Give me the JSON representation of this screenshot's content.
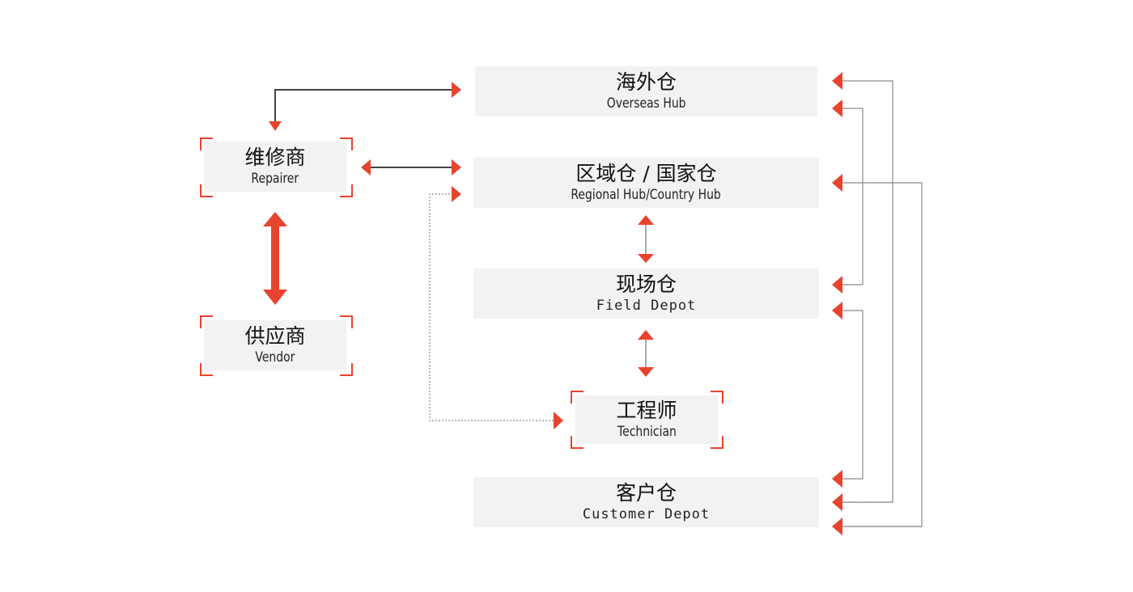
{
  "nodes": {
    "overseas_hub": {
      "cn": "海外仓",
      "en": "Overseas Hub"
    },
    "regional_hub": {
      "cn": "区域仓 / 国家仓",
      "en": "Regional Hub/Country Hub"
    },
    "field_depot": {
      "cn": "现场仓",
      "en": "Field Depot"
    },
    "technician": {
      "cn": "工程师",
      "en": "Technician"
    },
    "customer_depot": {
      "cn": "客户仓",
      "en": "Customer Depot"
    },
    "repairer": {
      "cn": "维修商",
      "en": "Repairer"
    },
    "vendor": {
      "cn": "供应商",
      "en": "Vendor"
    }
  },
  "colors": {
    "accent_red": "#e8432d",
    "line_dark": "#444444",
    "line_gray": "#8a8a8a",
    "box_fill": "#f2f2f2"
  }
}
